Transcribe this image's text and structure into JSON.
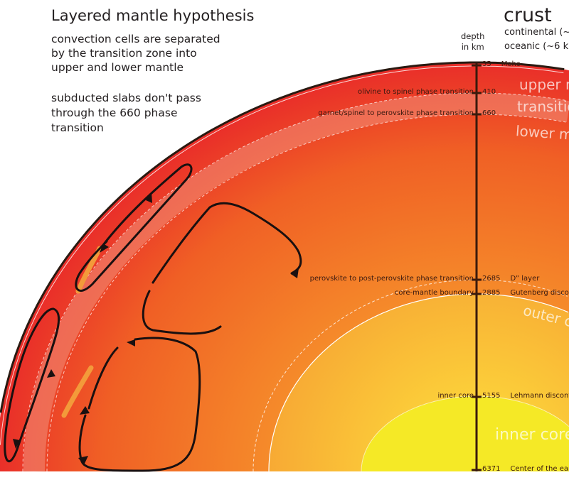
{
  "title": "Layered mantle hypothesis",
  "description_lines": [
    "convection cells are separated",
    "by the transition zone into",
    "upper and lower mantle"
  ],
  "slab_lines": [
    "subducted slabs don't pass",
    "through the 660 phase",
    "transition"
  ],
  "crust": {
    "heading": "crust",
    "continental": "continental (~",
    "oceanic": "oceanic (~6 km"
  },
  "depth_label": [
    "depth",
    "in km"
  ],
  "markers": [
    {
      "depth": "35",
      "left": "",
      "right": "Moho"
    },
    {
      "depth": "410",
      "left": "olivine to spinel phase transition",
      "right": ""
    },
    {
      "depth": "660",
      "left": "garnet/spinel to perovskite phase transition",
      "right": ""
    },
    {
      "depth": "2685",
      "left": "perovskite to post-perovskite phase transition",
      "right": "D” layer"
    },
    {
      "depth": "2885",
      "left": "core-mantle boundary",
      "right": "Gutenberg discon"
    },
    {
      "depth": "5155",
      "left": "inner core",
      "right": "Lehmann discont"
    },
    {
      "depth": "6371",
      "left": "",
      "right": "Center of the eart"
    }
  ],
  "layers": {
    "upper": "upper m",
    "transition": "transitio",
    "lower": "lower m",
    "outer": "outer c",
    "inner": "inner core"
  },
  "colors": {
    "mantle_top": "#e8262b",
    "mantle_bottom": "#f47a28",
    "outer_core": "#f9b234",
    "inner_core": "#f5e926",
    "axis": "#3a1a0c"
  }
}
